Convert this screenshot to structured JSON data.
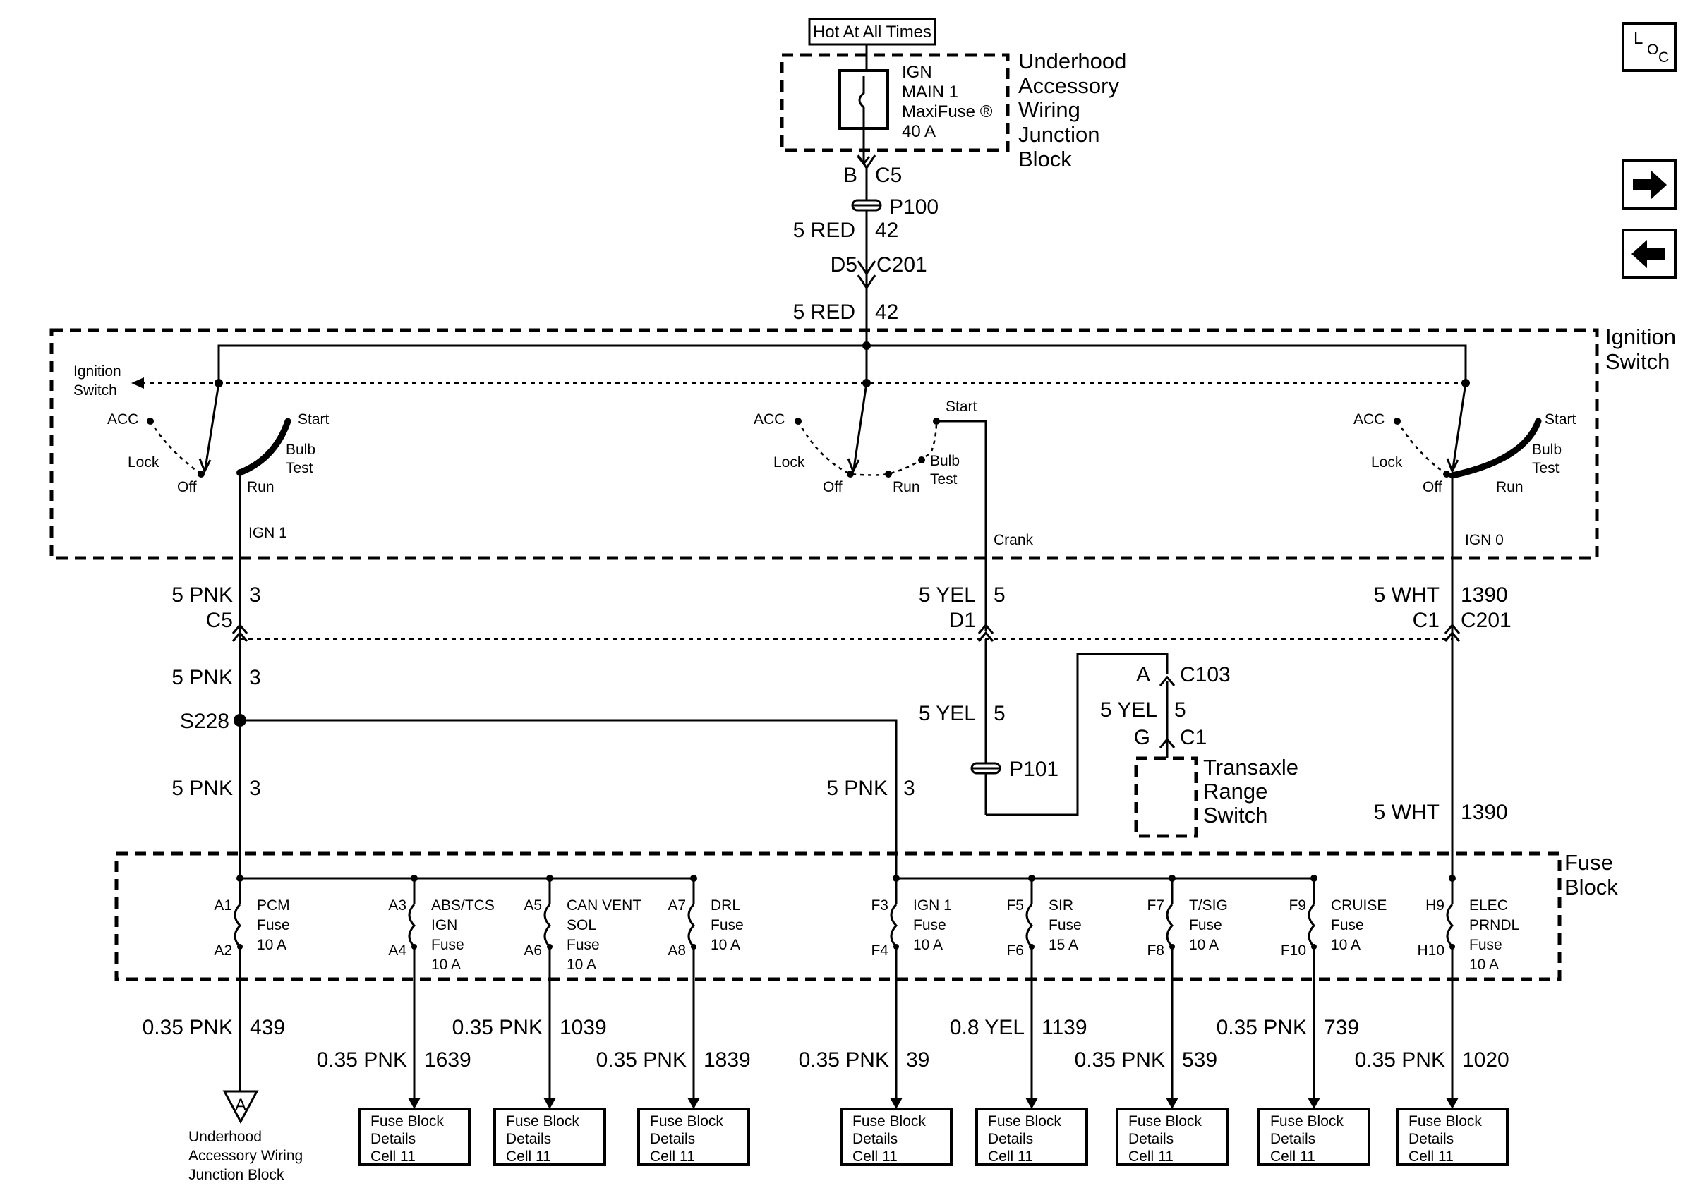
{
  "power": {
    "hot_label": "Hot At All Times",
    "fuse_lines": [
      "IGN",
      "MAIN 1",
      "MaxiFuse ®",
      "40 A"
    ],
    "block_lines": [
      "Underhood",
      "Accessory",
      "Wiring",
      "Junction",
      "Block"
    ]
  },
  "feed": {
    "c5_pin": "B",
    "c5_name": "C5",
    "p100": "P100",
    "wire1_gauge_color": "5 RED",
    "wire1_circuit": "42",
    "c201_pin": "D5",
    "c201_name": "C201",
    "wire2_gauge_color": "5 RED",
    "wire2_circuit": "42"
  },
  "ignition_switch": {
    "title_lines": [
      "Ignition",
      "Switch"
    ],
    "pointer_lines": [
      "Ignition",
      "Switch"
    ],
    "positions": {
      "acc": "ACC",
      "lock": "Lock",
      "off": "Off",
      "run": "Run",
      "start": "Start",
      "bulb_lines": [
        "Bulb",
        "Test"
      ]
    },
    "outputs": {
      "ign1": "IGN 1",
      "crank": "Crank",
      "ign0": "IGN 0"
    }
  },
  "switch_out": {
    "pnk_gauge_color": "5 PNK",
    "pnk_circuit": "3",
    "pnk_connector": "C5",
    "yel_gauge_color": "5 YEL",
    "yel_circuit": "5",
    "yel_connector": "D1",
    "wht_gauge_color": "5 WHT",
    "wht_circuit": "1390",
    "wht_pin": "C1",
    "wht_connector": "C201"
  },
  "mid": {
    "pnk1_gauge_color": "5 PNK",
    "pnk1_circuit": "3",
    "splice": "S228",
    "pnk2_gauge_color": "5 PNK",
    "pnk2_circuit": "3",
    "pnk3_gauge_color": "5 PNK",
    "pnk3_circuit": "3",
    "yel_gauge_color": "5 YEL",
    "yel_circuit": "5",
    "p101": "P101",
    "c103_pin": "A",
    "c103_name": "C103",
    "trs_gauge_color": "5 YEL",
    "trs_circuit": "5",
    "trs_pin": "G",
    "trs_connector": "C1",
    "trs_lines": [
      "Transaxle",
      "Range",
      "Switch"
    ],
    "wht_gauge_color": "5 WHT",
    "wht_circuit": "1390"
  },
  "fuse_block": {
    "title_lines": [
      "Fuse",
      "Block"
    ],
    "fuses": [
      {
        "in": "A1",
        "out": "A2",
        "lines": [
          "PCM",
          "Fuse",
          "10 A"
        ]
      },
      {
        "in": "A3",
        "out": "A4",
        "lines": [
          "ABS/TCS",
          "IGN",
          "Fuse",
          "10 A"
        ]
      },
      {
        "in": "A5",
        "out": "A6",
        "lines": [
          "CAN VENT",
          "SOL",
          "Fuse",
          "10 A"
        ]
      },
      {
        "in": "A7",
        "out": "A8",
        "lines": [
          "DRL",
          "Fuse",
          "10 A"
        ]
      },
      {
        "in": "F3",
        "out": "F4",
        "lines": [
          "IGN 1",
          "Fuse",
          "10 A"
        ]
      },
      {
        "in": "F5",
        "out": "F6",
        "lines": [
          "SIR",
          "Fuse",
          "15 A"
        ]
      },
      {
        "in": "F7",
        "out": "F8",
        "lines": [
          "T/SIG",
          "Fuse",
          "10 A"
        ]
      },
      {
        "in": "F9",
        "out": "F10",
        "lines": [
          "CRUISE",
          "Fuse",
          "10 A"
        ]
      },
      {
        "in": "H9",
        "out": "H10",
        "lines": [
          "ELEC",
          "PRNDL",
          "Fuse",
          "10 A"
        ]
      }
    ]
  },
  "outputs": [
    {
      "wire": "0.35 PNK",
      "circuit": "439"
    },
    {
      "wire": "0.35 PNK",
      "circuit": "1639"
    },
    {
      "wire": "0.35 PNK",
      "circuit": "1039"
    },
    {
      "wire": "0.35 PNK",
      "circuit": "1839"
    },
    {
      "wire": "0.35 PNK",
      "circuit": "39"
    },
    {
      "wire": "0.8 YEL",
      "circuit": "1139"
    },
    {
      "wire": "0.35 PNK",
      "circuit": "539"
    },
    {
      "wire": "0.35 PNK",
      "circuit": "739"
    },
    {
      "wire": "0.35 PNK",
      "circuit": "1020"
    }
  ],
  "ground_ref": {
    "letter": "A",
    "lines": [
      "Underhood",
      "Accessory Wiring",
      "Junction Block"
    ]
  },
  "detail_box_lines": [
    "Fuse Block",
    "Details",
    "Cell 11"
  ],
  "nav": {
    "loc_main": "L",
    "loc_sub1": "O",
    "loc_sub2": "C"
  }
}
